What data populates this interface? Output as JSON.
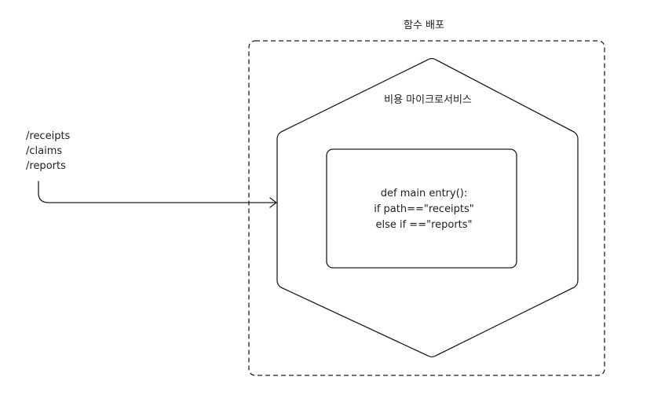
{
  "deployment": {
    "title": "함수 배포"
  },
  "microservice": {
    "title": "비용 마이크로서비스"
  },
  "routes": [
    "/receipts",
    "/claims",
    "/reports"
  ],
  "code": {
    "lines": [
      "def main entry():",
      "if path==\"receipts\"",
      "else if ==\"reports\""
    ]
  },
  "colors": {
    "stroke": "#1e1e1e",
    "background": "#ffffff"
  }
}
